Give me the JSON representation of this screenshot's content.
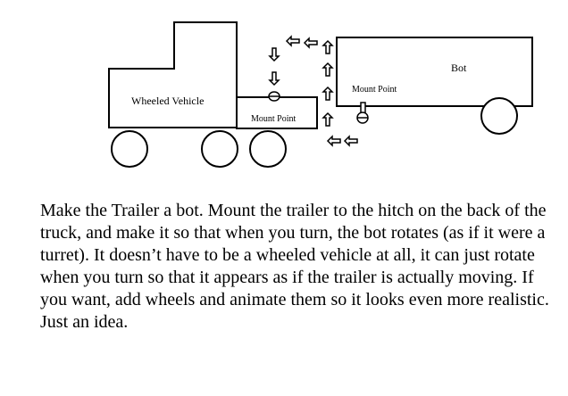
{
  "diagram": {
    "labels": {
      "wheeled_vehicle": "Wheeled Vehicle",
      "mount_point_truck": "Mount Point",
      "mount_point_bot": "Mount Point",
      "bot": "Bot"
    },
    "colors": {
      "stroke": "#000000",
      "fill": "#ffffff"
    },
    "icons": [
      "arrow-up-icon",
      "arrow-down-icon",
      "arrow-left-icon"
    ]
  },
  "caption": {
    "text": "Make the Trailer a bot. Mount the trailer to the hitch on the back of the truck, and make it so that when you turn, the bot rotates (as if it were a turret). It doesn’t have to be a wheeled vehicle at all, it can just rotate when you turn so that it appears as if the trailer is actually moving. If you want, add wheels and animate them so it looks even more realistic. Just an idea."
  }
}
